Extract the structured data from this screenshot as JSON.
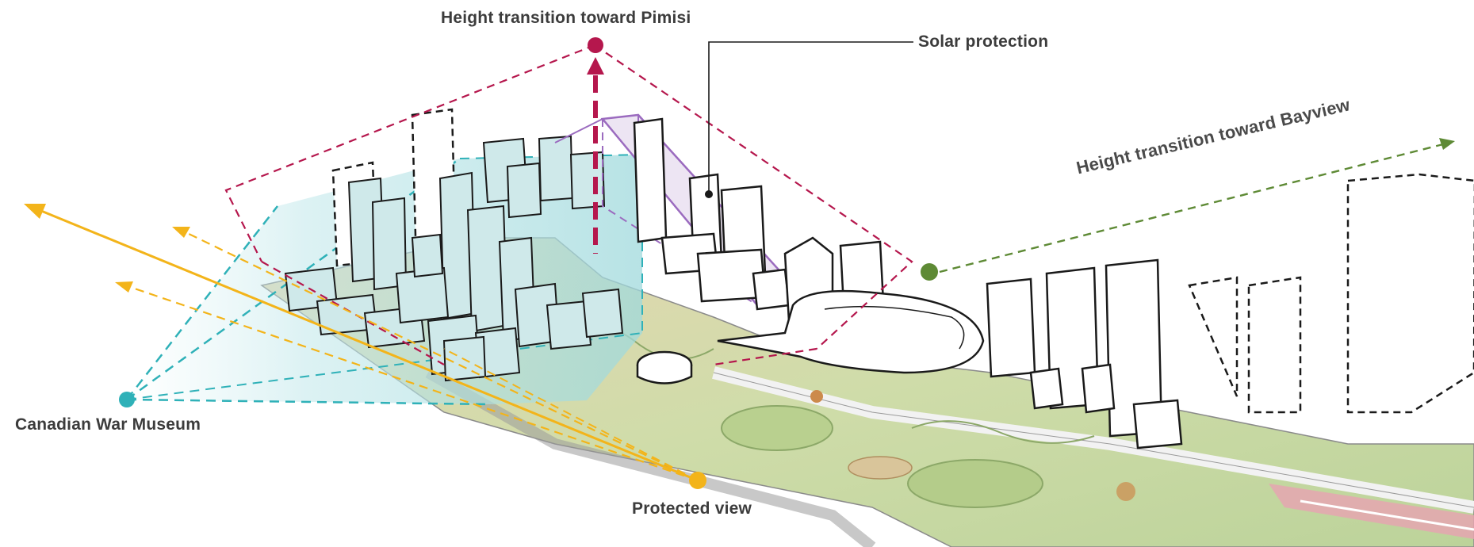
{
  "labels": {
    "pimisi": "Height transition toward Pimisi",
    "solar": "Solar protection",
    "bayview": "Height transition toward Bayview",
    "museum": "Canadian War Museum",
    "protected": "Protected view"
  },
  "colors": {
    "crimson": "#b5174d",
    "purple": "#9b6bbf",
    "teal": "#2fb1b8",
    "teal_fill": "#a9dde0",
    "gold": "#f3b41a",
    "olive": "#5e8a35",
    "ink": "#1a1a1a",
    "park_green": "#c6d7a4",
    "park_tan": "#e3d3b0"
  }
}
